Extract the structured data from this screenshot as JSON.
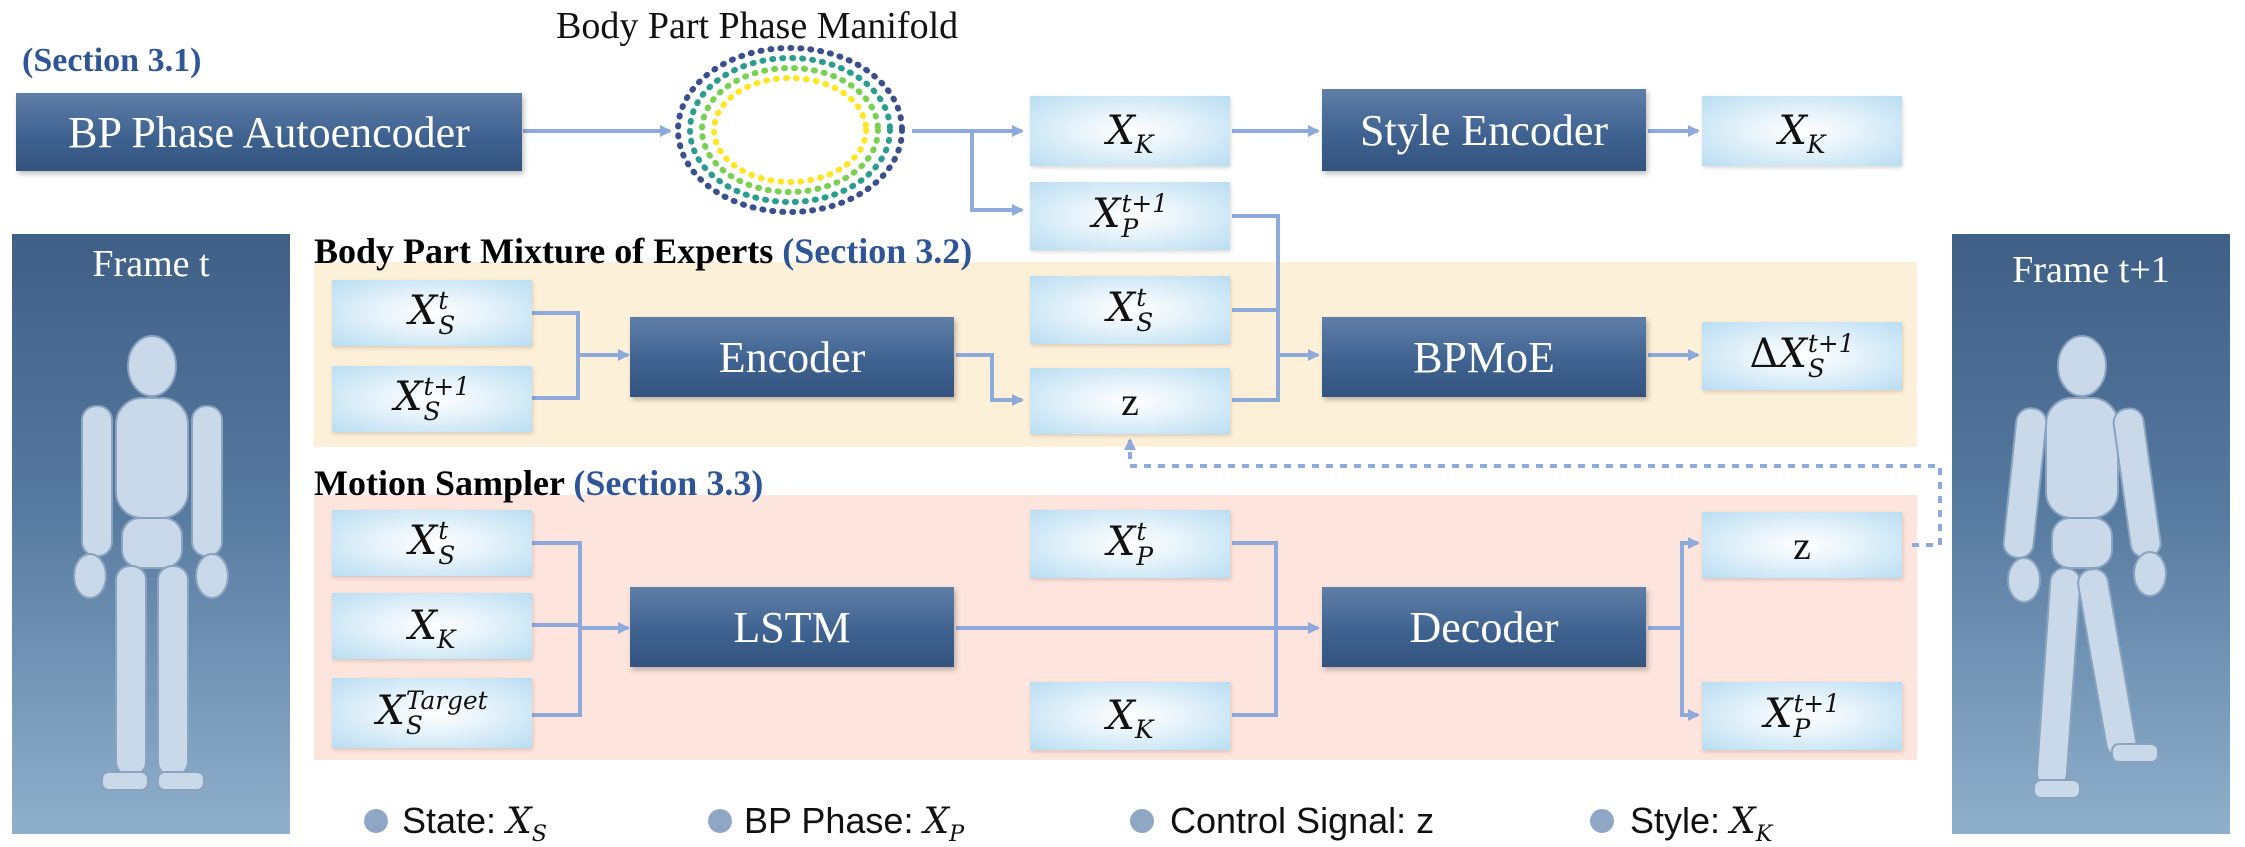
{
  "top": {
    "section_label": "(Section 3.1)",
    "autoencoder_label": "BP Phase Autoencoder",
    "manifold_title": "Body Part Phase Manifold",
    "style_encoder_label": "Style Encoder",
    "xk_in": {
      "base": "X",
      "sub": "K"
    },
    "xk_out": {
      "base": "X",
      "sub": "K"
    },
    "xp_next": {
      "base": "X",
      "sub": "P",
      "sup": "t+1"
    }
  },
  "moe": {
    "heading": "Body Part Mixture of Experts",
    "section": "(Section 3.2)",
    "xs_t": {
      "base": "X",
      "sub": "S",
      "sup": "t"
    },
    "xs_t1": {
      "base": "X",
      "sub": "S",
      "sup": "t+1"
    },
    "encoder_label": "Encoder",
    "xs_t_mid": {
      "base": "X",
      "sub": "S",
      "sup": "t"
    },
    "z_label": "z",
    "bpmoe_label": "BPMoE",
    "delta_out": {
      "prefix": "Δ",
      "base": "X",
      "sub": "S",
      "sup": "t+1"
    }
  },
  "sampler": {
    "heading": "Motion Sampler",
    "section": "(Section 3.3)",
    "xs_t": {
      "base": "X",
      "sub": "S",
      "sup": "t"
    },
    "xk": {
      "base": "X",
      "sub": "K"
    },
    "xs_target": {
      "base": "X",
      "sub": "S",
      "sup": "Target"
    },
    "lstm_label": "LSTM",
    "xp_t": {
      "base": "X",
      "sub": "P",
      "sup": "t"
    },
    "xk_mid": {
      "base": "X",
      "sub": "K"
    },
    "decoder_label": "Decoder",
    "z_out": "z",
    "xp_next_out": {
      "base": "X",
      "sub": "P",
      "sup": "t+1"
    }
  },
  "frames": {
    "left": "Frame t",
    "right": "Frame t+1"
  },
  "legend": [
    {
      "label": "State: ",
      "sym": "X",
      "sub": "S"
    },
    {
      "label": "BP Phase: ",
      "sym": "X",
      "sub": "P"
    },
    {
      "label": "Control Signal: ",
      "sym": "z",
      "sub": ""
    },
    {
      "label": "Style: ",
      "sym": "X",
      "sub": "K"
    }
  ],
  "colors": {
    "dark_box": "#3f6290",
    "light_box": "#b9ddf2",
    "section_blue": "#2f5597",
    "moe_band": "#fdf0d8",
    "sampler_band": "#fde5de",
    "arrow": "#8eaadb"
  }
}
